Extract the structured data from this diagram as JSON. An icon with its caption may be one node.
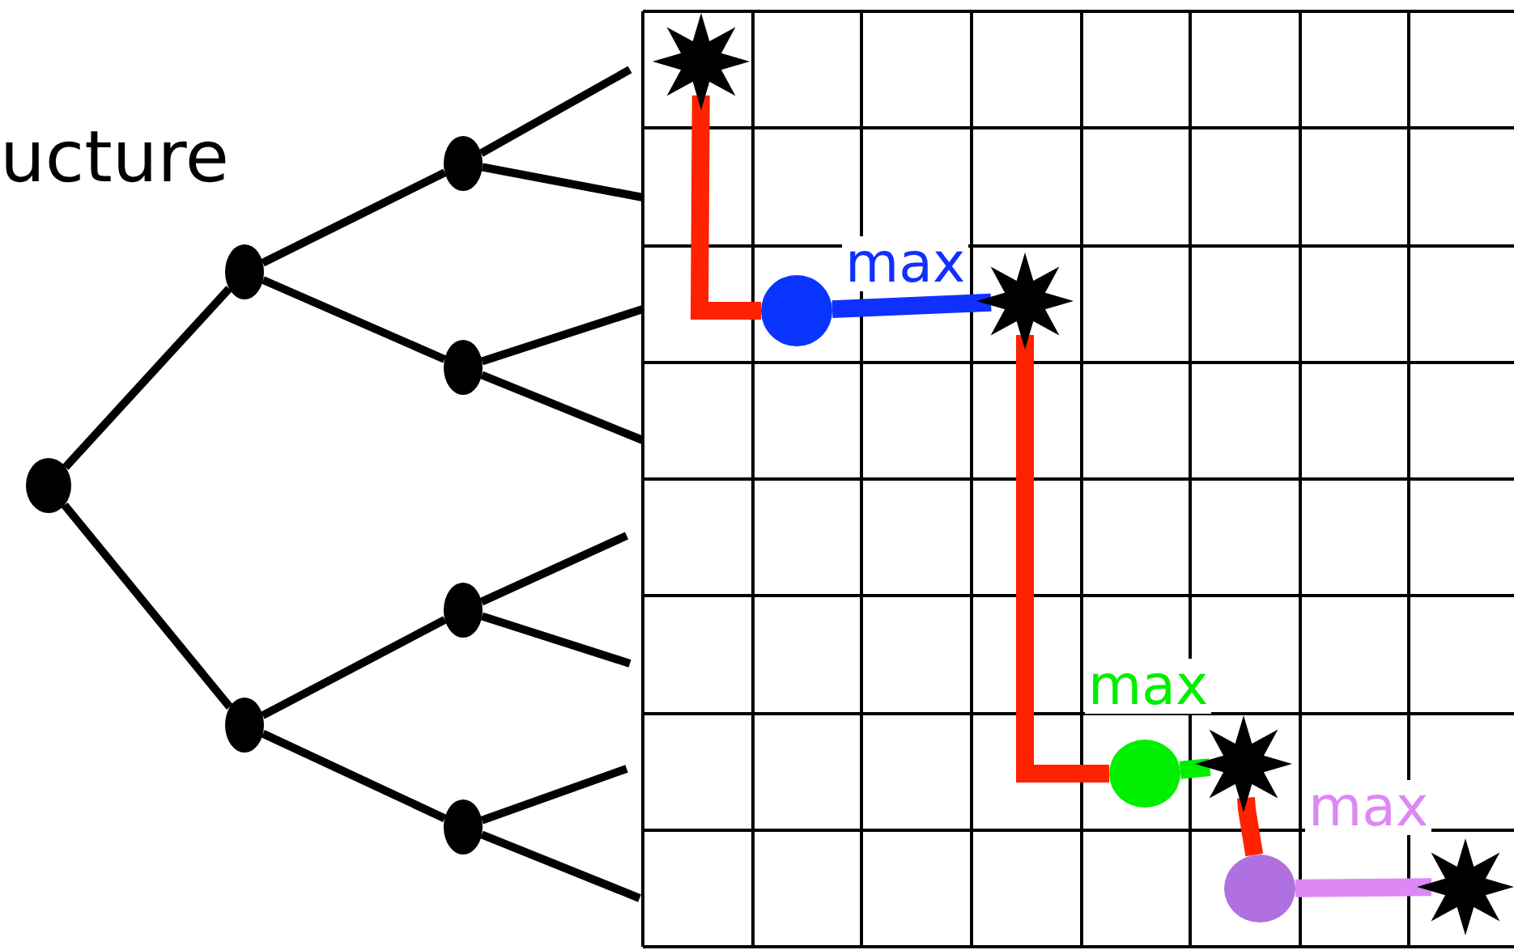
{
  "diagram": {
    "nodes": [
      {
        "text": [],
        "shape": "circle"
      },
      {
        "text": [],
        "shape": "circle"
      },
      {
        "text": [],
        "shape": "circle"
      },
      {
        "text": [],
        "shape": "circle"
      },
      {
        "text": [],
        "shape": "circle"
      },
      {
        "text": [],
        "shape": "circle"
      },
      {
        "text": [],
        "shape": "circle"
      },
      {
        "text": [],
        "shape": "star"
      },
      {
        "text": [],
        "shape": "circle"
      },
      {
        "text": [],
        "shape": "star"
      },
      {
        "text": [],
        "shape": "circle"
      },
      {
        "text": [],
        "shape": "star"
      },
      {
        "text": [],
        "shape": "circle"
      },
      {
        "text": [],
        "shape": "star"
      }
    ],
    "edges": [
      {
        "from": 0,
        "to": 1,
        "arrow": "none"
      },
      {
        "from": 0,
        "to": 4,
        "arrow": "none"
      },
      {
        "from": 1,
        "to": 2,
        "arrow": "none"
      },
      {
        "from": 1,
        "to": 3,
        "arrow": "none"
      },
      {
        "from": 4,
        "to": 5,
        "arrow": "none"
      },
      {
        "from": 4,
        "to": 6,
        "arrow": "none"
      },
      {
        "from": 2,
        "to": null,
        "arrow": "none"
      },
      {
        "from": 2,
        "to": null,
        "arrow": "none"
      },
      {
        "from": 3,
        "to": null,
        "arrow": "none"
      },
      {
        "from": 3,
        "to": null,
        "arrow": "none"
      },
      {
        "from": 5,
        "to": null,
        "arrow": "none"
      },
      {
        "from": 5,
        "to": null,
        "arrow": "none"
      },
      {
        "from": 6,
        "to": null,
        "arrow": "none"
      },
      {
        "from": 6,
        "to": null,
        "arrow": "none"
      },
      {
        "from": 7,
        "to": 8,
        "arrow": "none",
        "style": "thick",
        "color": "#ff2200"
      },
      {
        "from": 8,
        "to": 9,
        "arrow": "none",
        "style": "thick",
        "color": "#1030ff",
        "label": "max"
      },
      {
        "from": 9,
        "to": 10,
        "arrow": "none",
        "style": "thick",
        "color": "#ff2200"
      },
      {
        "from": 10,
        "to": 11,
        "arrow": "none",
        "style": "thick",
        "color": "#00ee00",
        "label": "max"
      },
      {
        "from": 11,
        "to": 12,
        "arrow": "none",
        "style": "thick",
        "color": "#ff2200"
      },
      {
        "from": 12,
        "to": 13,
        "arrow": "none",
        "style": "thick",
        "color": "#dd88f5",
        "label": "max"
      }
    ],
    "labels": [
      "ucture"
    ]
  }
}
